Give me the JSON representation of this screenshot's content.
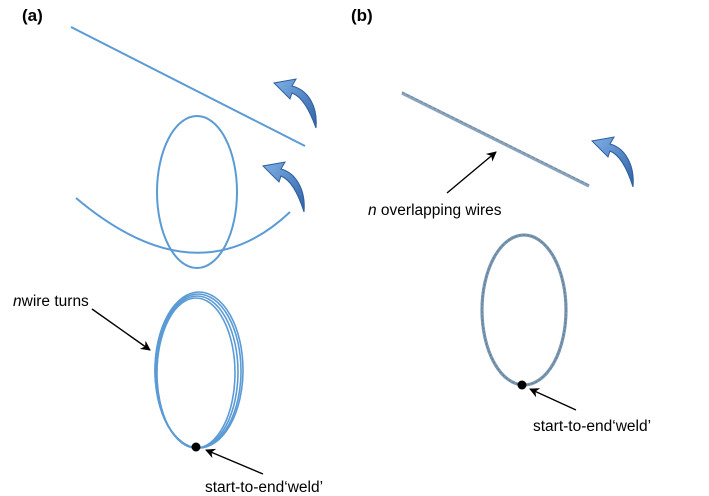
{
  "panels": {
    "a": {
      "label": "(a)",
      "annotations": {
        "n_italic": "n",
        "turns": "wire turns",
        "weld": "start-to-end‘weld’"
      }
    },
    "b": {
      "label": "(b)",
      "annotations": {
        "n_italic": "n",
        "overlapping": " overlapping wires",
        "weld": "start-to-end‘weld’"
      }
    }
  },
  "colors": {
    "wire": "#5b9bd5",
    "wire_b": "#7a97b0",
    "arrow_fill": "#4a7fbf",
    "arrow_stroke": "#2e5e9c",
    "weld_dot": "#000000",
    "text": "#000000"
  }
}
